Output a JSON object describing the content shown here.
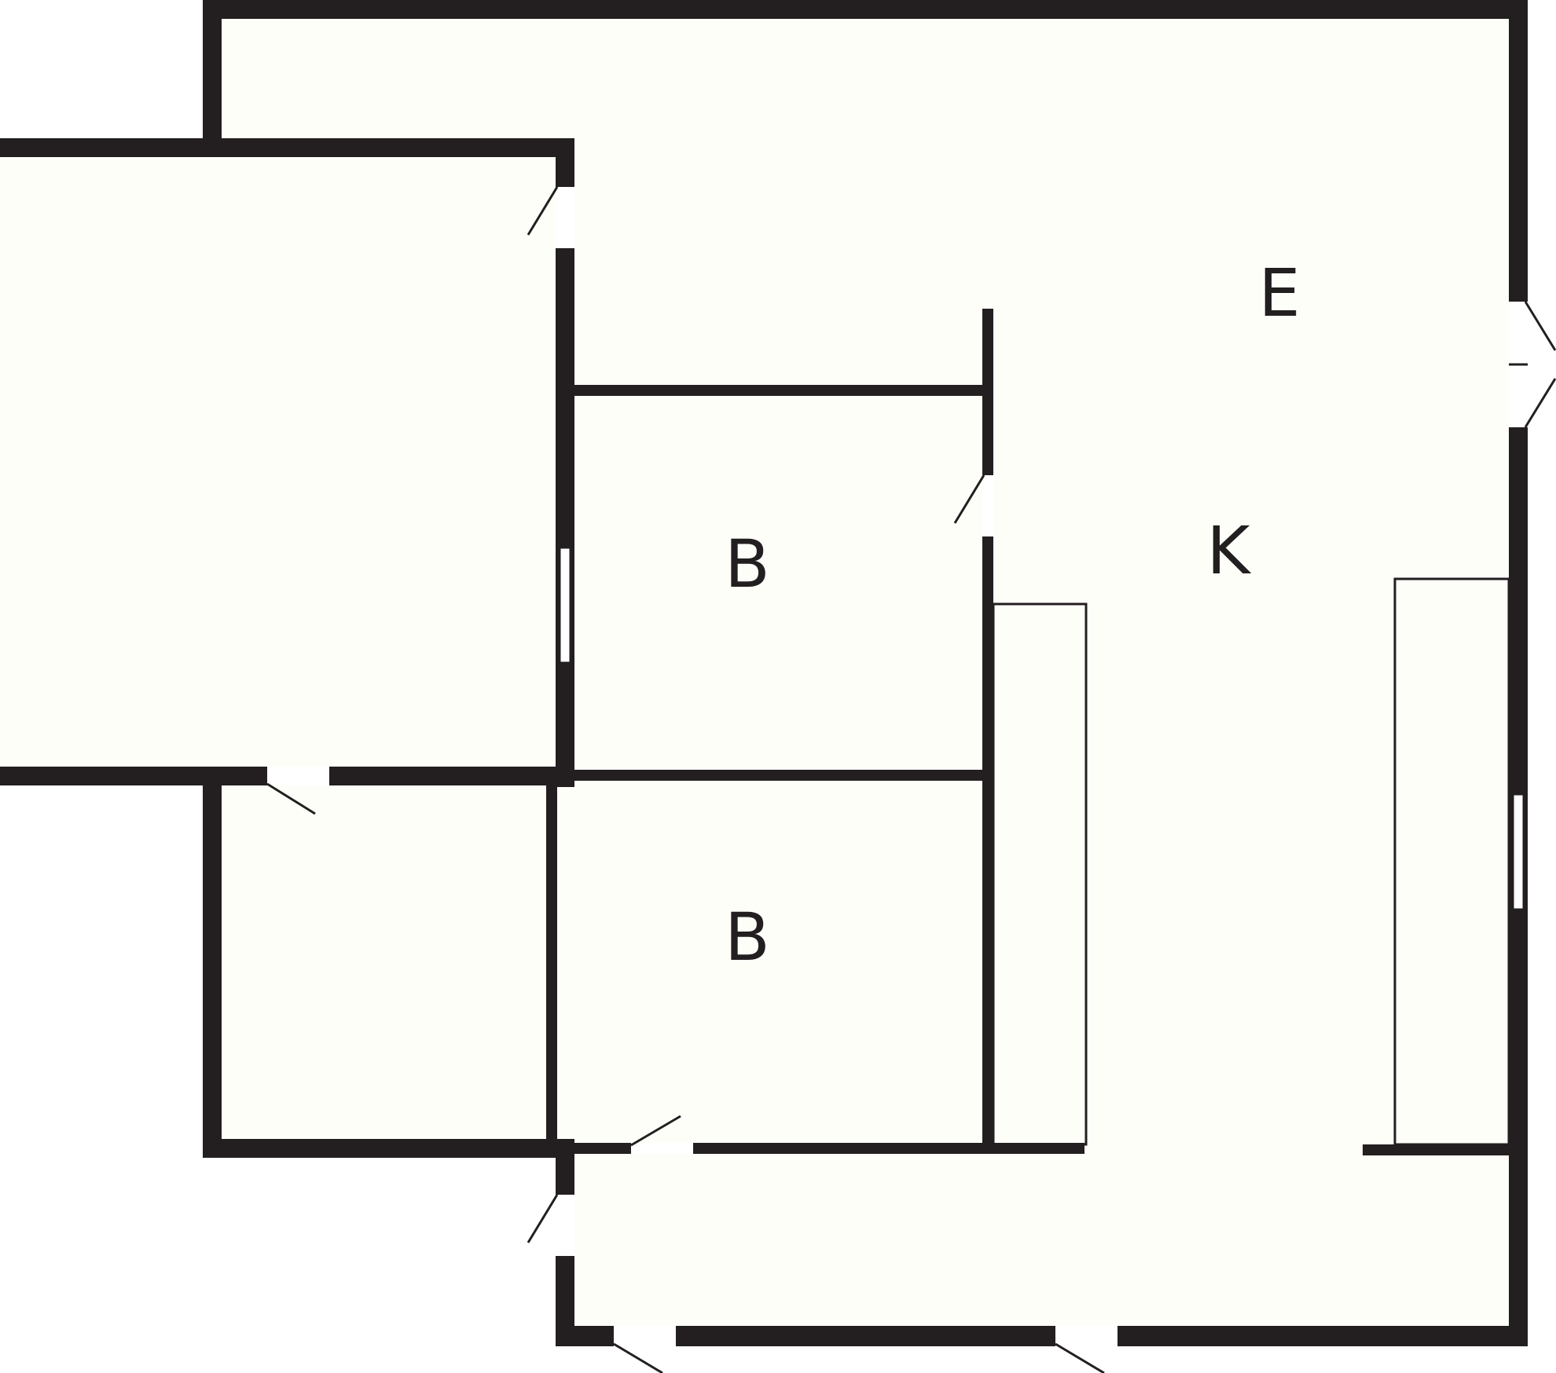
{
  "colors": {
    "wall": "#231f20",
    "floor": "#fefef9",
    "opening": "#ffffff"
  },
  "rooms": {
    "entrance": {
      "label": "E"
    },
    "kitchen": {
      "label": "K"
    },
    "bedroom_upper": {
      "label": "B"
    },
    "bedroom_lower": {
      "label": "B"
    }
  }
}
